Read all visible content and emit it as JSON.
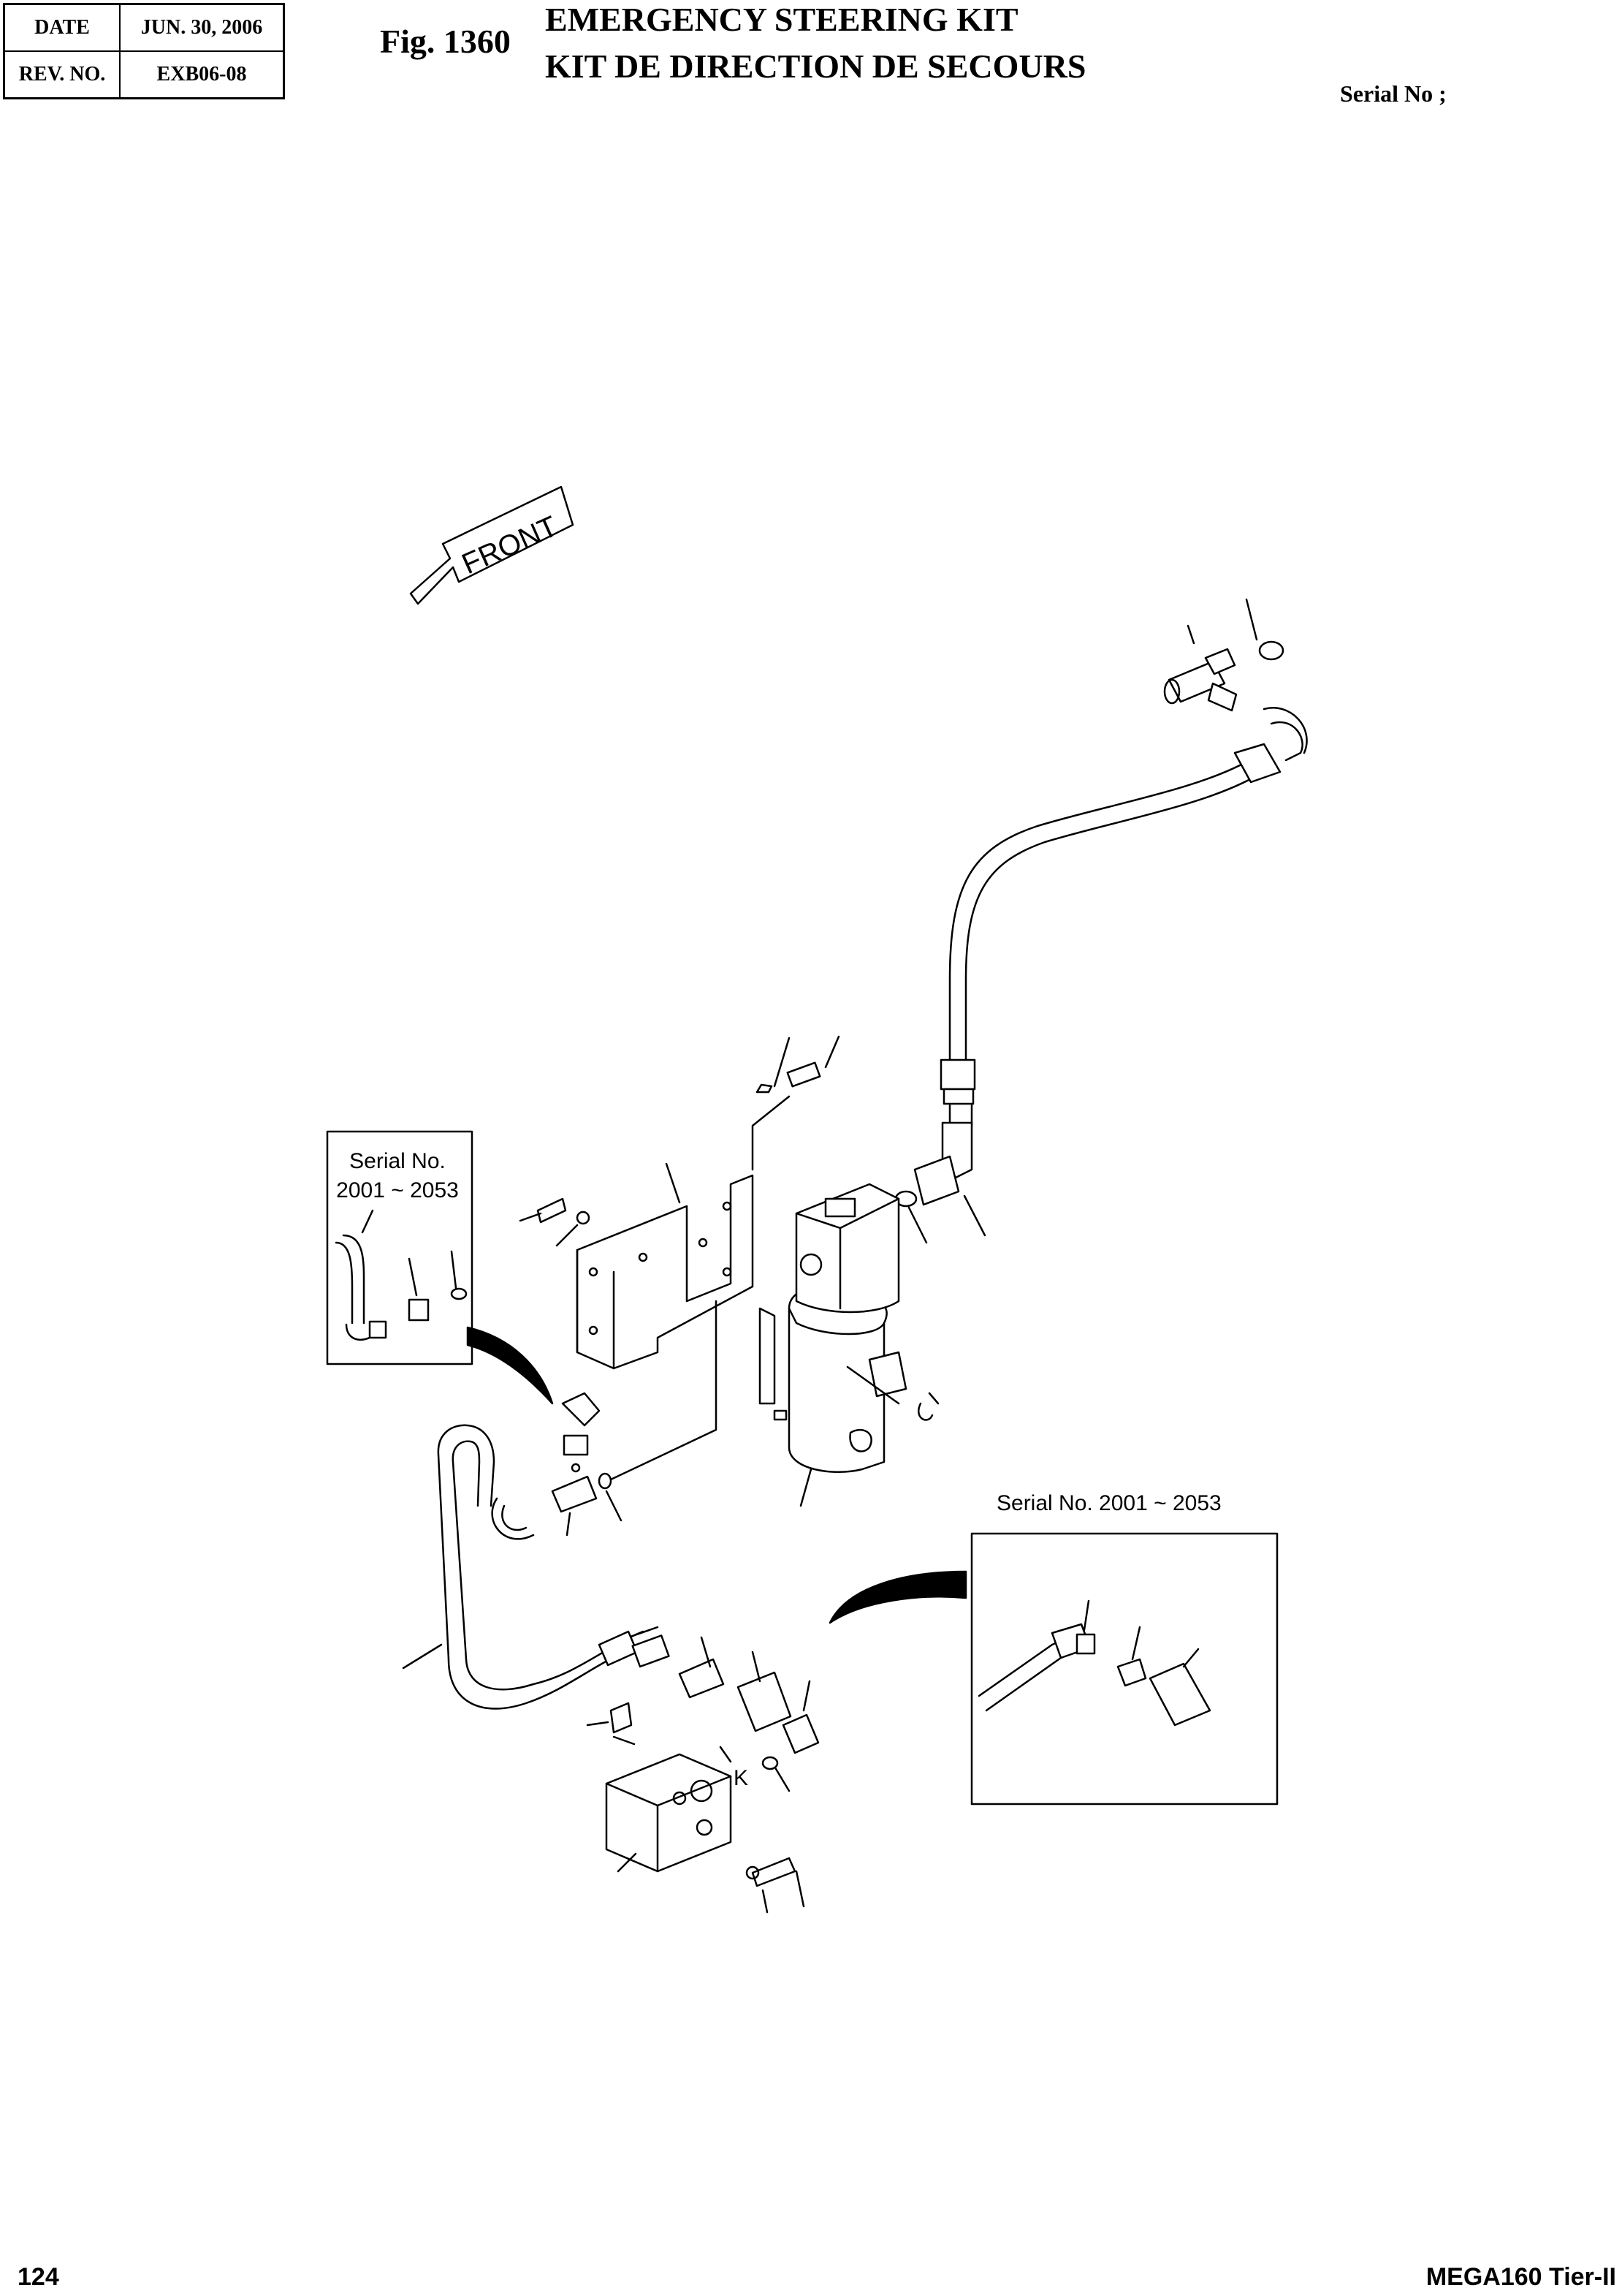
{
  "header": {
    "date_label": "DATE",
    "date_value": "JUN. 30, 2006",
    "rev_label": "REV. NO.",
    "rev_value": "EXB06-08"
  },
  "figure": {
    "number": "Fig. 1360",
    "title_en": "EMERGENCY STEERING KIT",
    "title_fr": "KIT DE DIRECTION DE SECOURS",
    "serial": "Serial No ;"
  },
  "diagram": {
    "front_label": "FRONT",
    "inset_left_line1": "Serial No.",
    "inset_left_line2": "2001 ~ 2053",
    "inset_right_label": "Serial No. 2001 ~ 2053",
    "port_label": "K"
  },
  "footer": {
    "page_number": "124",
    "model": "MEGA160 Tier-II"
  }
}
